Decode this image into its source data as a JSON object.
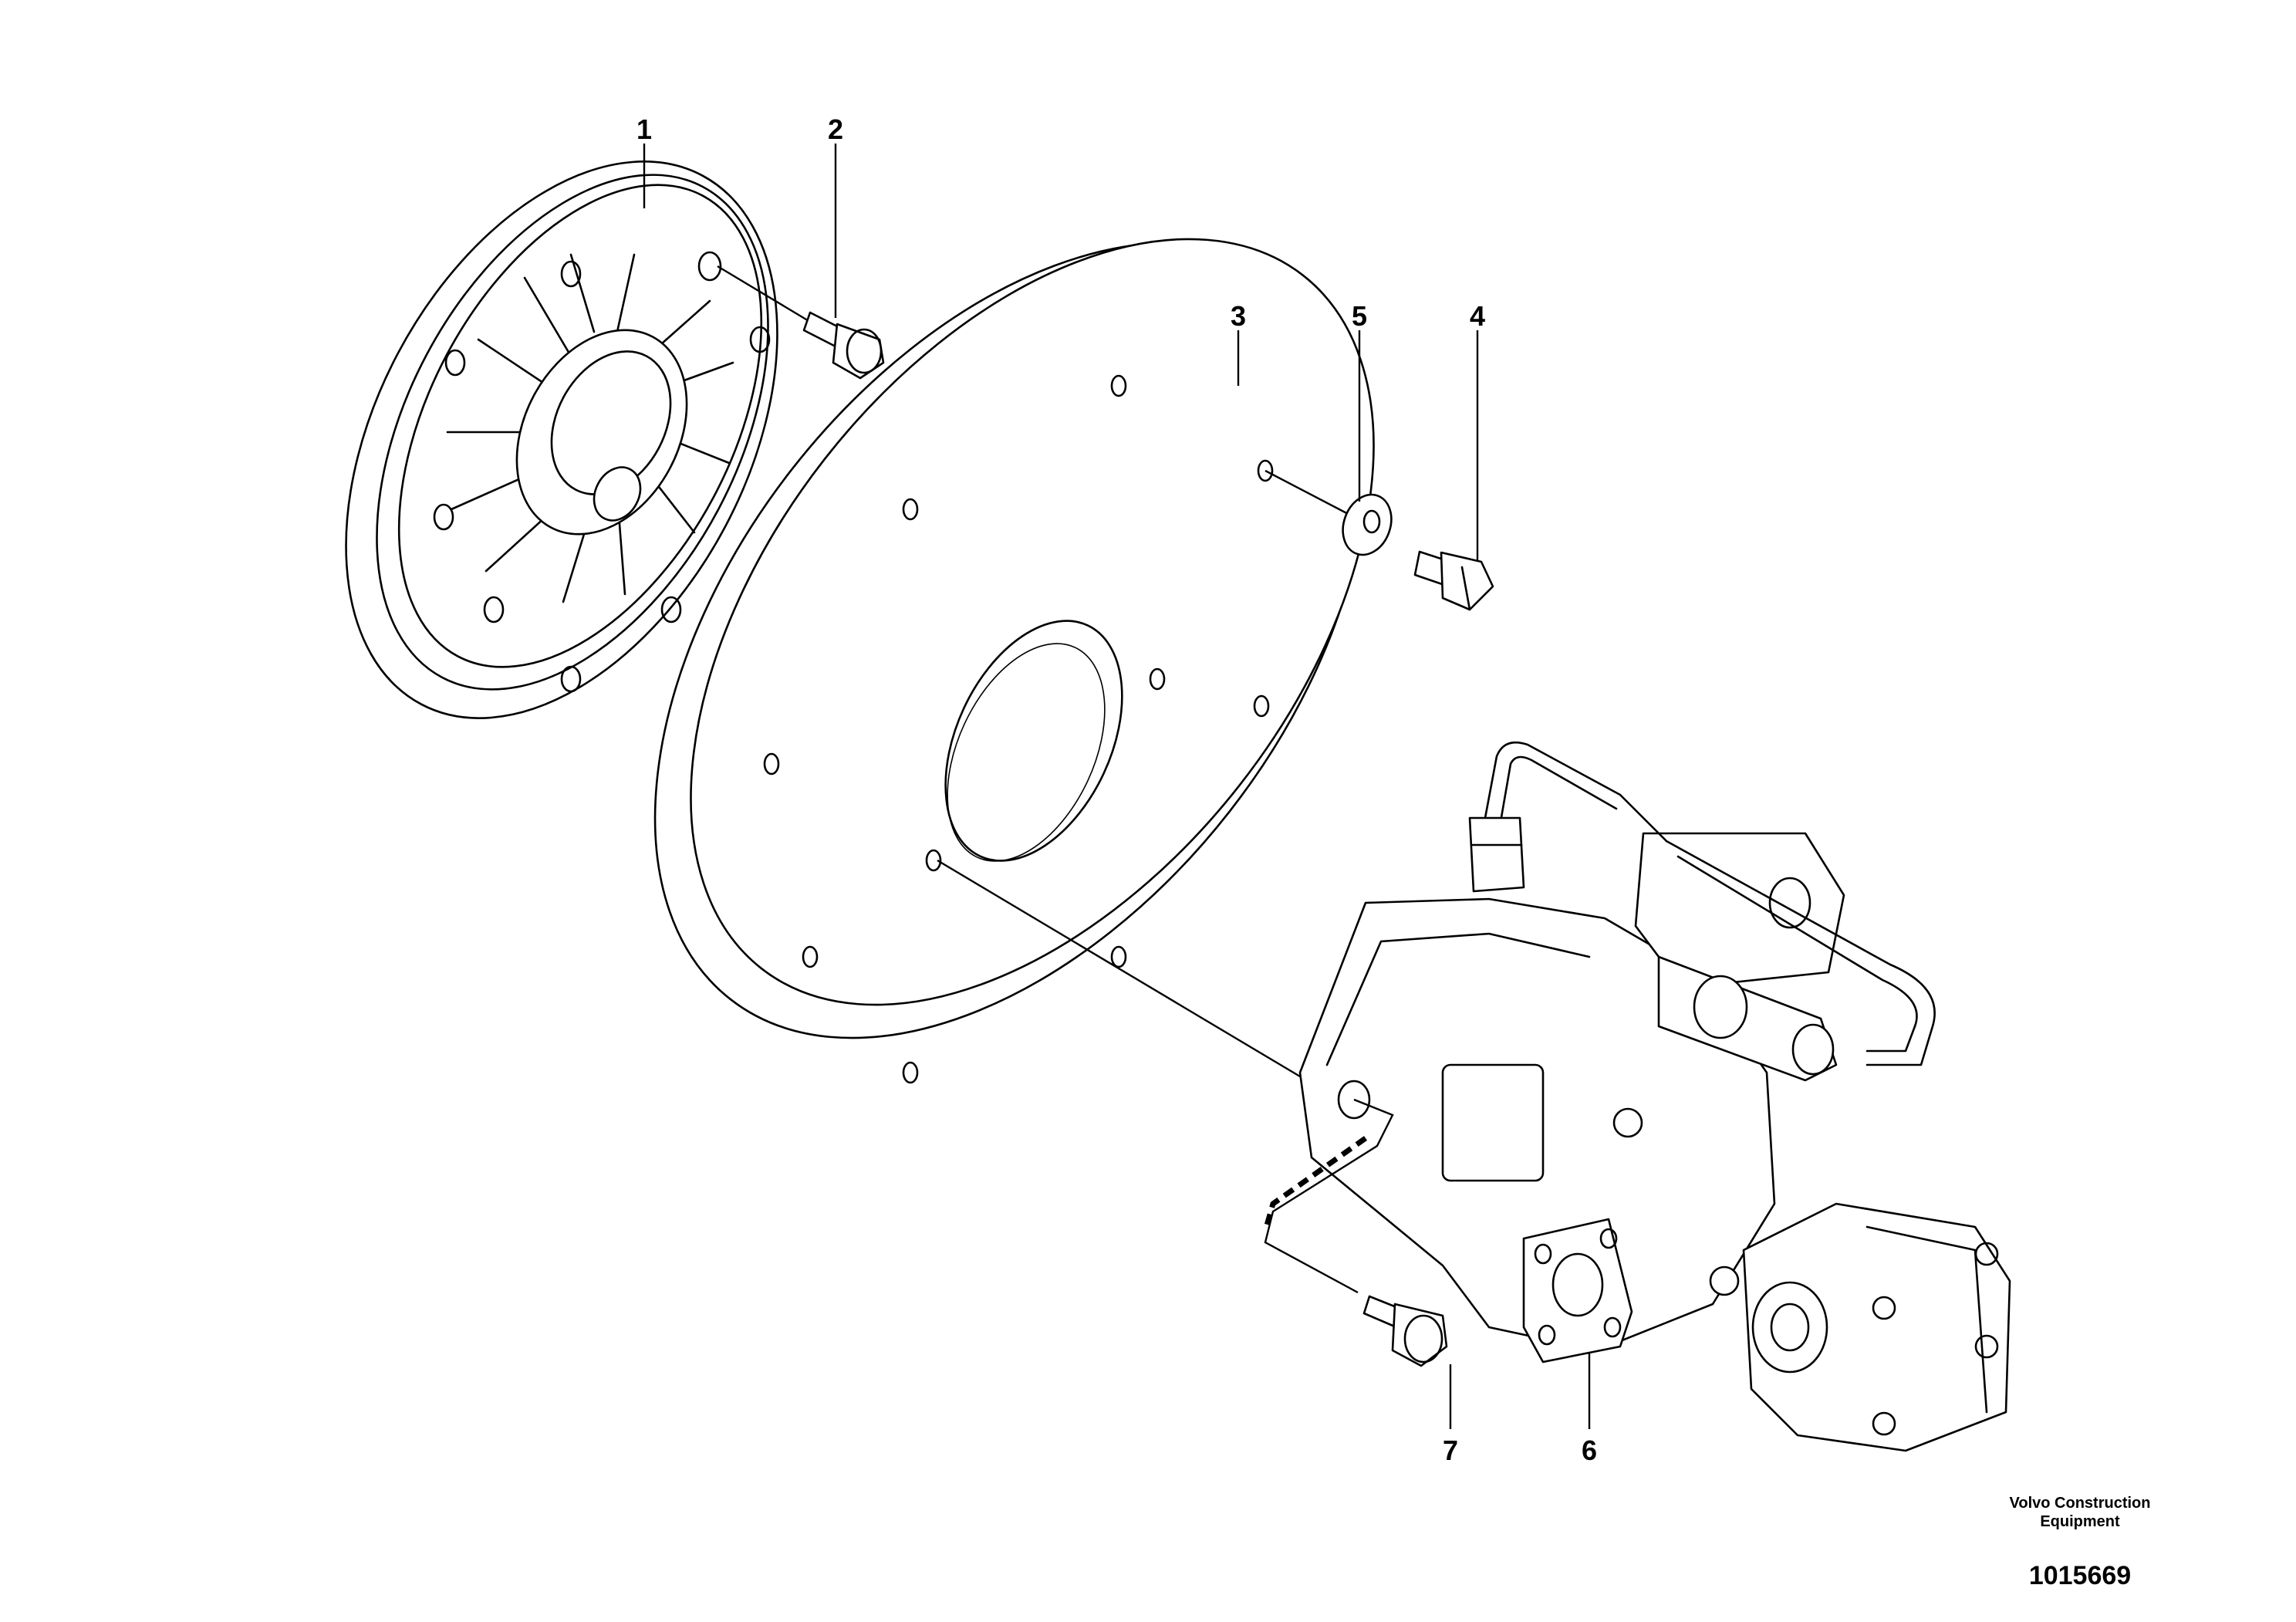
{
  "callouts": {
    "c1": "1",
    "c2": "2",
    "c3": "3",
    "c4": "4",
    "c5": "5",
    "c6": "6",
    "c7": "7"
  },
  "footer": {
    "brand_line1": "Volvo Construction",
    "brand_line2": "Equipment",
    "drawing_number": "1015669"
  }
}
